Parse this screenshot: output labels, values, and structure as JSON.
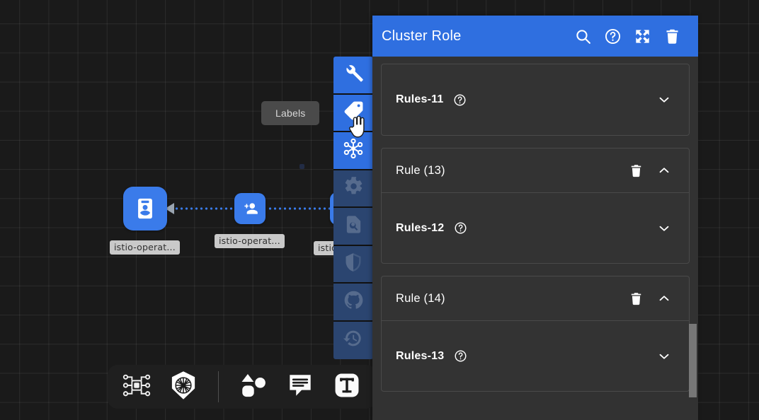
{
  "panel": {
    "title": "Cluster Role",
    "header_icons": [
      {
        "name": "search-icon",
        "label": "Search"
      },
      {
        "name": "help-icon",
        "label": "Help"
      },
      {
        "name": "expand-icon",
        "label": "Expand"
      },
      {
        "name": "delete-icon",
        "label": "Delete"
      }
    ],
    "sections": [
      {
        "kind": "rules",
        "label": "Rules-11",
        "help": "?",
        "expanded": false,
        "chevron": "down"
      },
      {
        "kind": "rule",
        "label": "Rule (13)",
        "expanded": true,
        "chevron": "up",
        "has_delete": true,
        "child": {
          "kind": "rules",
          "label": "Rules-12",
          "help": "?",
          "chevron": "down"
        }
      },
      {
        "kind": "rule",
        "label": "Rule (14)",
        "expanded": true,
        "chevron": "up",
        "has_delete": true,
        "child": {
          "kind": "rules",
          "label": "Rules-13",
          "help": "?",
          "chevron": "down"
        }
      }
    ]
  },
  "tooltip": {
    "text": "Labels"
  },
  "vertical_toolbar": {
    "items": [
      {
        "name": "wrench-icon",
        "label": "Tools",
        "state": "active"
      },
      {
        "name": "tag-icon",
        "label": "Labels",
        "state": "active"
      },
      {
        "name": "hub-icon",
        "label": "Topology",
        "state": "active"
      },
      {
        "name": "gear-icon",
        "label": "Settings",
        "state": "dim"
      },
      {
        "name": "document-search-icon",
        "label": "Logs",
        "state": "dim"
      },
      {
        "name": "shield-icon",
        "label": "Security",
        "state": "dim"
      },
      {
        "name": "github-icon",
        "label": "Source",
        "state": "dim"
      },
      {
        "name": "history-icon",
        "label": "History",
        "state": "dim"
      }
    ]
  },
  "bottom_toolbar": {
    "items": [
      {
        "name": "chip-network-icon",
        "label": "Infrastructure"
      },
      {
        "name": "kubernetes-icon",
        "label": "Kubernetes"
      },
      {
        "name": "separator",
        "label": ""
      },
      {
        "name": "shapes-icon",
        "label": "Shapes"
      },
      {
        "name": "comment-icon",
        "label": "Comment"
      },
      {
        "name": "text-tool-icon",
        "label": "Text"
      }
    ]
  },
  "graph": {
    "nodes": [
      {
        "id": "n1",
        "icon": "service-account-icon",
        "label": "istio-operat...",
        "size": "big"
      },
      {
        "id": "n2",
        "icon": "group-add-icon",
        "label": "istio-operat...",
        "size": "small"
      },
      {
        "id": "n3",
        "icon": "hidden-node-icon",
        "label": "istio",
        "size": "small"
      }
    ],
    "edges": [
      {
        "from": "n2",
        "to": "n1",
        "style": "dotted",
        "arrow": true
      },
      {
        "from": "n3",
        "to": "n2",
        "style": "dotted",
        "arrow": false
      }
    ]
  },
  "cursor": {
    "name": "pointer-hand-cursor"
  },
  "colors": {
    "accent": "#2f6fe0",
    "node": "#3a7bea",
    "panel_bg": "#323232",
    "canvas_bg": "#1a1a1a",
    "card_border": "#4a4a4a",
    "toolbar_dim": "#2b4570"
  }
}
